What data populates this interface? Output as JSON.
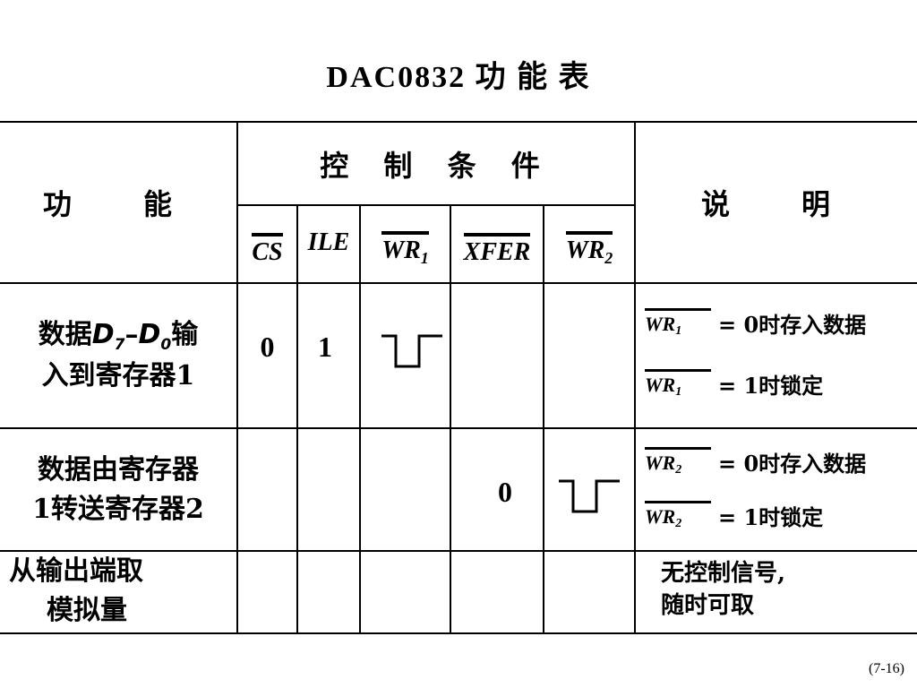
{
  "title": "DAC0832 功 能 表",
  "header": {
    "function": "功　能",
    "control": "控 制 条 件",
    "explanation": "说　明",
    "signals": {
      "cs": "CS",
      "ile": "ILE",
      "wr1": "WR",
      "wr1_sub": "1",
      "xfer": "XFER",
      "wr2": "WR",
      "wr2_sub": "2"
    }
  },
  "rows": [
    {
      "function_line1_pre": "数据",
      "function_d7": "D",
      "function_d7_sub": "7",
      "function_dash": "–",
      "function_d0": "D",
      "function_d0_sub": "0",
      "function_line1_post": "输",
      "function_line2": "入到寄存器1",
      "cs": "0",
      "ile": "1",
      "wr1_waveform": "low-pulse",
      "notes": [
        {
          "signal": "WR",
          "sub": "1",
          "text": "= 0时存入数据"
        },
        {
          "signal": "WR",
          "sub": "1",
          "text": "= 1时锁定"
        }
      ]
    },
    {
      "function_line1": "数据由寄存器",
      "function_line2": "1转送寄存器2",
      "xfer": "0",
      "wr2_waveform": "low-pulse",
      "notes": [
        {
          "signal": "WR",
          "sub": "2",
          "text": "= 0时存入数据"
        },
        {
          "signal": "WR",
          "sub": "2",
          "text": "= 1时锁定"
        }
      ]
    },
    {
      "function_line1": "从输出端取",
      "function_line2": "模拟量",
      "note_line1": "无控制信号,",
      "note_line2": "随时可取"
    }
  ],
  "page_number": "(7-16)"
}
